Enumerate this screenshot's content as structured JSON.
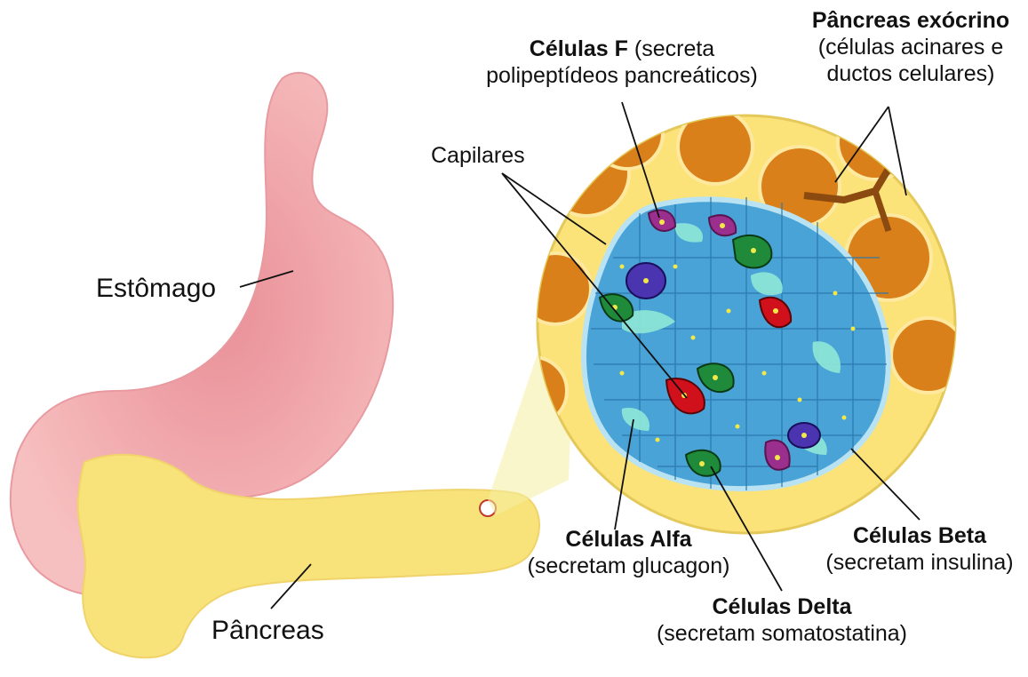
{
  "labels": {
    "estomago": "Estômago",
    "pancreas": "Pâncreas",
    "capilares": "Capilares",
    "celulas_f_title": "Células F",
    "celulas_f_desc_1": "(secreta",
    "celulas_f_desc_2": "polipeptídeos pancreáticos)",
    "exocrino_title": "Pâncreas exócrino",
    "exocrino_desc_1": "(células acinares e",
    "exocrino_desc_2": "ductos celulares)",
    "alfa_title": "Células Alfa",
    "alfa_desc": "(secretam glucagon)",
    "beta_title": "Células Beta",
    "beta_desc": "(secretam insulina)",
    "delta_title": "Células Delta",
    "delta_desc": "(secretam somatostatina)"
  },
  "colors": {
    "stomach": "#f3a9ab",
    "pancreas": "#f8e27a",
    "islet_bg": "#4aa3d6",
    "exocrine_orange": "#d9801a",
    "capillary": "#8fe8d8",
    "alpha_cell": "#d0101a",
    "beta_cell": "#3d8fc8",
    "delta_cell": "#1f8a3a",
    "f_cell": "#9a2f8e",
    "other_cell": "#4b34b0"
  }
}
